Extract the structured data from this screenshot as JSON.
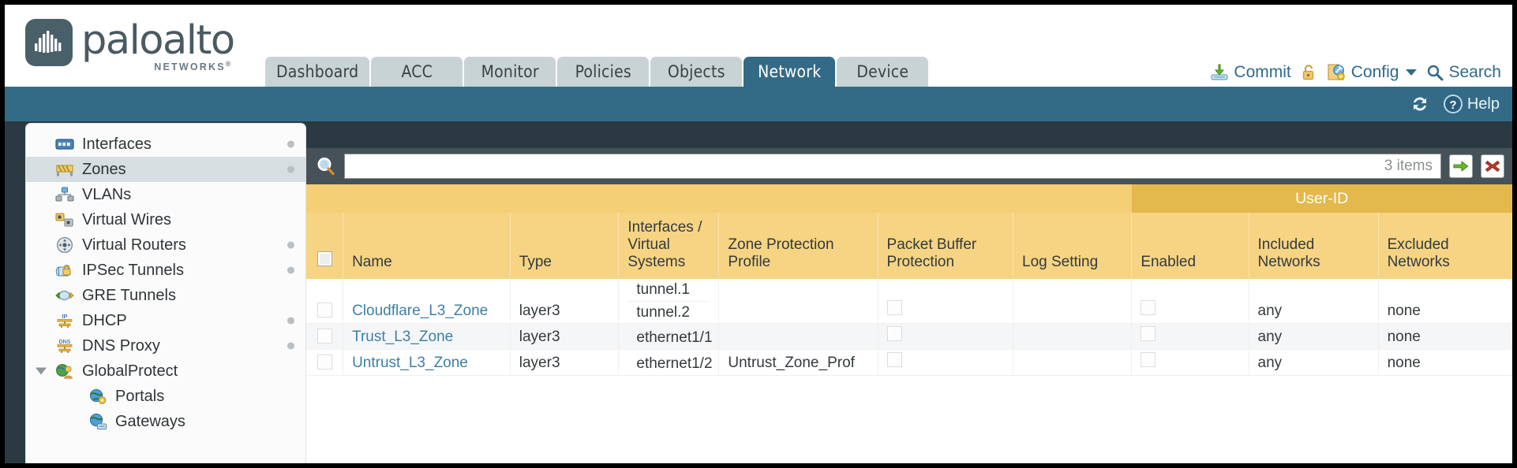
{
  "brand": {
    "name": "paloalto",
    "subtitle": "NETWORKS",
    "registered": "®"
  },
  "tabs": [
    {
      "label": "Dashboard",
      "active": false
    },
    {
      "label": "ACC",
      "active": false
    },
    {
      "label": "Monitor",
      "active": false
    },
    {
      "label": "Policies",
      "active": false
    },
    {
      "label": "Objects",
      "active": false
    },
    {
      "label": "Network",
      "active": true
    },
    {
      "label": "Device",
      "active": false
    }
  ],
  "header_actions": {
    "commit": "Commit",
    "lock_icon": "lock-icon",
    "config": "Config",
    "search": "Search"
  },
  "band": {
    "refresh_icon": "refresh-icon",
    "help": "Help"
  },
  "sidebar": {
    "items": [
      {
        "label": "Interfaces",
        "icon": "interfaces-icon",
        "selected": false,
        "dot": true,
        "child": false,
        "caret": false
      },
      {
        "label": "Zones",
        "icon": "zones-icon",
        "selected": true,
        "dot": true,
        "child": false,
        "caret": false
      },
      {
        "label": "VLANs",
        "icon": "vlans-icon",
        "selected": false,
        "dot": false,
        "child": false,
        "caret": false
      },
      {
        "label": "Virtual Wires",
        "icon": "virtual-wires-icon",
        "selected": false,
        "dot": false,
        "child": false,
        "caret": false
      },
      {
        "label": "Virtual Routers",
        "icon": "virtual-routers-icon",
        "selected": false,
        "dot": true,
        "child": false,
        "caret": false
      },
      {
        "label": "IPSec Tunnels",
        "icon": "ipsec-tunnels-icon",
        "selected": false,
        "dot": true,
        "child": false,
        "caret": false
      },
      {
        "label": "GRE Tunnels",
        "icon": "gre-tunnels-icon",
        "selected": false,
        "dot": false,
        "child": false,
        "caret": false
      },
      {
        "label": "DHCP",
        "icon": "dhcp-icon",
        "selected": false,
        "dot": true,
        "child": false,
        "caret": false
      },
      {
        "label": "DNS Proxy",
        "icon": "dns-proxy-icon",
        "selected": false,
        "dot": true,
        "child": false,
        "caret": false
      },
      {
        "label": "GlobalProtect",
        "icon": "globalprotect-icon",
        "selected": false,
        "dot": false,
        "child": false,
        "caret": true
      },
      {
        "label": "Portals",
        "icon": "portals-icon",
        "selected": false,
        "dot": false,
        "child": true,
        "caret": false
      },
      {
        "label": "Gateways",
        "icon": "gateways-icon",
        "selected": false,
        "dot": false,
        "child": true,
        "caret": false
      }
    ]
  },
  "search": {
    "icon": "search-magnifier-icon",
    "value": "",
    "placeholder": "",
    "items_count": "3 items",
    "apply_icon": "green-arrow-icon",
    "clear_icon": "red-x-icon"
  },
  "table": {
    "group_header": "User-ID",
    "columns": [
      "Name",
      "Type",
      "Interfaces / Virtual Systems",
      "Zone Protection Profile",
      "Packet Buffer Protection",
      "Log Setting",
      "Enabled",
      "Included Networks",
      "Excluded Networks"
    ],
    "rows": [
      {
        "name": "Cloudflare_L3_Zone",
        "type": "layer3",
        "interfaces": [
          "tunnel.1",
          "tunnel.2"
        ],
        "zone_protection_profile": "",
        "packet_buffer_protection": false,
        "log_setting": "",
        "user_id_enabled": false,
        "included_networks": "any",
        "excluded_networks": "none"
      },
      {
        "name": "Trust_L3_Zone",
        "type": "layer3",
        "interfaces": [
          "ethernet1/1"
        ],
        "zone_protection_profile": "",
        "packet_buffer_protection": false,
        "log_setting": "",
        "user_id_enabled": false,
        "included_networks": "any",
        "excluded_networks": "none"
      },
      {
        "name": "Untrust_L3_Zone",
        "type": "layer3",
        "interfaces": [
          "ethernet1/2"
        ],
        "zone_protection_profile": "Untrust_Zone_Prof",
        "packet_buffer_protection": false,
        "log_setting": "",
        "user_id_enabled": false,
        "included_networks": "any",
        "excluded_networks": "none"
      }
    ]
  },
  "colors": {
    "accent_blue": "#336b87",
    "header_gold": "#f6d483",
    "group_gold": "#e3b84d",
    "panel_slate": "#465158",
    "link_blue": "#3d7fa6"
  }
}
